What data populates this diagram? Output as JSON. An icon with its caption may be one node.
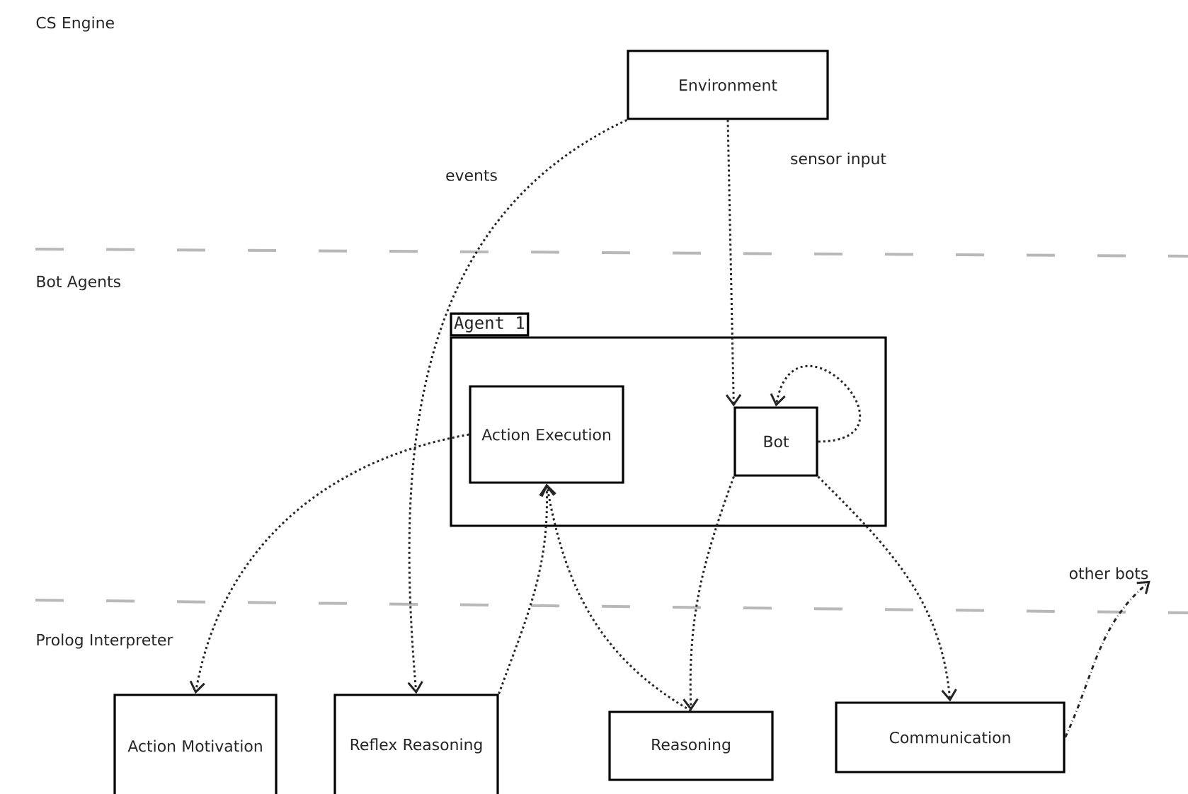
{
  "diagram": {
    "nodes": [
      {
        "text": [
          "Environment"
        ]
      },
      {
        "text": [
          "Agent 1"
        ]
      },
      {
        "text": [
          "Action Execution"
        ],
        "in": 1
      },
      {
        "text": [
          "Bot"
        ],
        "in": 1
      },
      {
        "text": [
          "Action Motivation"
        ]
      },
      {
        "text": [
          "Reflex Reasoning"
        ]
      },
      {
        "text": [
          "Reasoning"
        ]
      },
      {
        "text": [
          "Communication"
        ]
      },
      {
        "text": [
          "other bots"
        ]
      }
    ],
    "edges": [
      {
        "from": 0,
        "to": 5,
        "arrow": "to",
        "label": "events"
      },
      {
        "from": 0,
        "to": 3,
        "arrow": "to",
        "label": "sensor input"
      },
      {
        "from": 3,
        "to": 3,
        "arrow": "to"
      },
      {
        "from": 2,
        "to": 4,
        "arrow": "to"
      },
      {
        "from": 5,
        "to": 2,
        "arrow": "to"
      },
      {
        "from": 6,
        "to": 2,
        "arrow": "to"
      },
      {
        "from": 3,
        "to": 6,
        "arrow": "to"
      },
      {
        "from": 3,
        "to": 7,
        "arrow": "to"
      },
      {
        "from": 7,
        "to": 8,
        "arrow": "to",
        "style": "dashed"
      }
    ],
    "labels": [
      "CS Engine",
      "Bot Agents",
      "Prolog Interpreter"
    ]
  }
}
